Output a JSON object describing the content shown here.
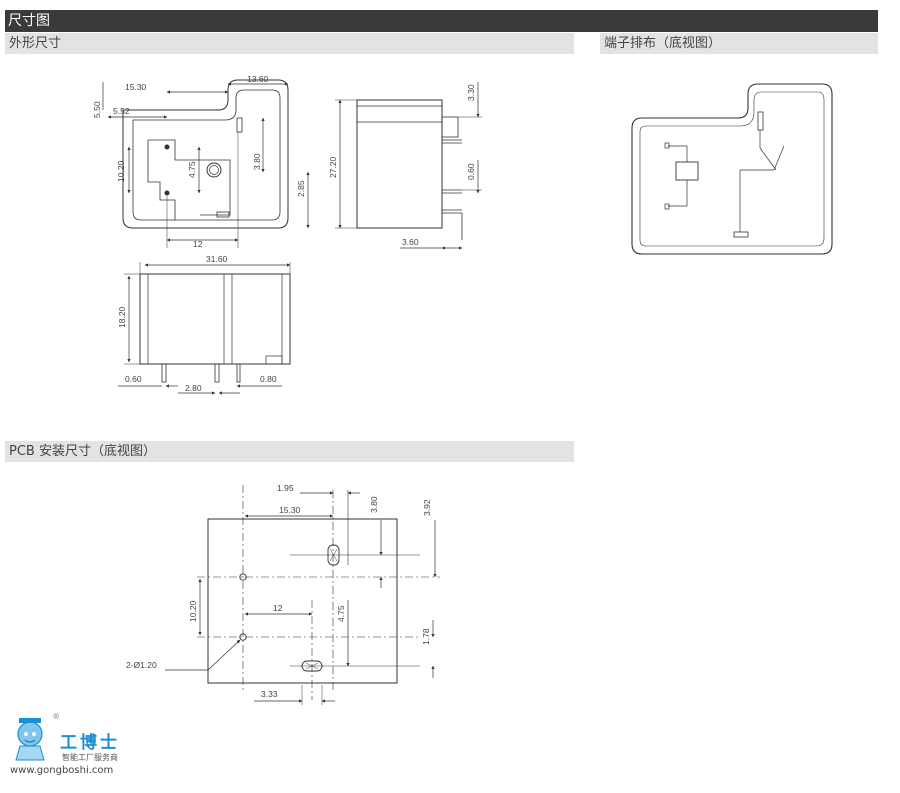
{
  "headers": {
    "main": "尺寸图",
    "outline": "外形尺寸",
    "pinout": "端子排布（底视图）",
    "pcb": "PCB 安装尺寸（底视图）"
  },
  "outline": {
    "front_dims": [
      "15.30",
      "13.60",
      "5.50",
      "5.52",
      "10.20",
      "4.75",
      "3.80",
      "2.85",
      "12"
    ],
    "side_dims": [
      "3.30",
      "27.20",
      "0.60",
      "3.60"
    ],
    "bottom_dims": [
      "31.60",
      "18.20",
      "0.60",
      "2.80",
      "0.80"
    ]
  },
  "pcb": {
    "dims": [
      "1.95",
      "15.30",
      "3.80",
      "3.92",
      "10.20",
      "12",
      "4.75",
      "1.78",
      "3.33"
    ],
    "hole_label": "2-Ø1.20"
  },
  "logo": {
    "brand": "工博士",
    "registered": "®",
    "tagline": "智能工厂服务商",
    "url": "www.gongboshi.com"
  },
  "colors": {
    "header_dark": "#3a3a3a",
    "header_light": "#e3e3e3",
    "line": "#333333",
    "logo_blue": "#1a8fd1"
  }
}
